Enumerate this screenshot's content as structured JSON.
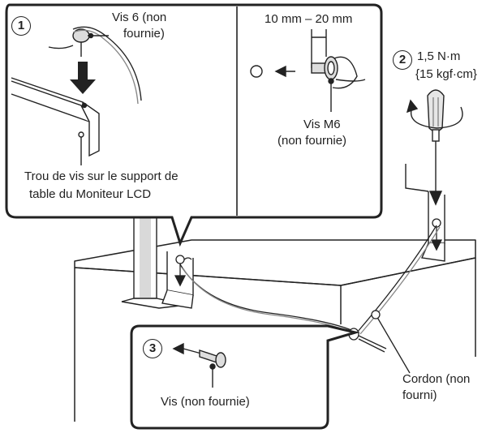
{
  "panel1": {
    "step": "1",
    "screw_label_line1": "Vis 6 (non",
    "screw_label_line2": "fournie)",
    "hole_label_line1": "Trou de vis sur le support de",
    "hole_label_line2": "table du Moniteur LCD"
  },
  "panel_m6": {
    "dimension": "10 mm – 20 mm",
    "screw_label_line1": "Vis M6",
    "screw_label_line2": "(non fournie)"
  },
  "step2": {
    "step": "2",
    "torque_line1": "1,5 N·m",
    "torque_line2": "{15 kgf·cm}"
  },
  "panel3": {
    "step": "3",
    "screw_label": "Vis (non fournie)"
  },
  "cord": {
    "label_line1": "Cordon (non",
    "label_line2": "fourni)"
  },
  "colors": {
    "line": "#222222",
    "panel_fill": "#ffffff",
    "light_gray": "#c8c8c8"
  }
}
